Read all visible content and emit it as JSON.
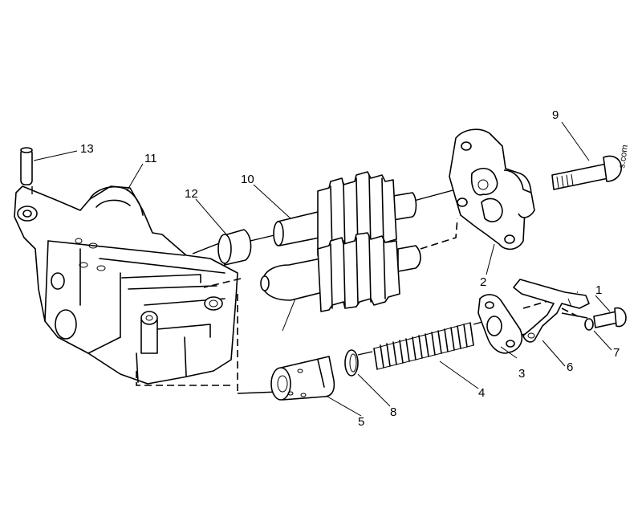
{
  "callouts": [
    {
      "id": "1",
      "label": "1"
    },
    {
      "id": "2",
      "label": "2"
    },
    {
      "id": "3",
      "label": "3"
    },
    {
      "id": "4",
      "label": "4"
    },
    {
      "id": "5",
      "label": "5"
    },
    {
      "id": "6",
      "label": "6"
    },
    {
      "id": "7a",
      "label": "7"
    },
    {
      "id": "8",
      "label": "8"
    },
    {
      "id": "9",
      "label": "9"
    },
    {
      "id": "10",
      "label": "10"
    },
    {
      "id": "11",
      "label": "11"
    },
    {
      "id": "12",
      "label": "12"
    },
    {
      "id": "13",
      "label": "13"
    }
  ],
  "watermark": "s.com"
}
